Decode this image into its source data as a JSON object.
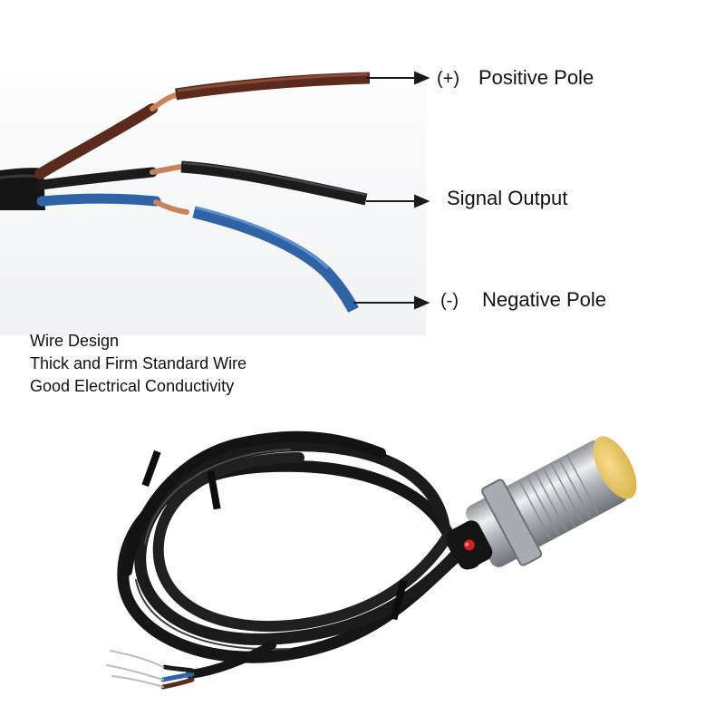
{
  "labels": {
    "positive": {
      "symbol": "(+)",
      "text": "Positive Pole"
    },
    "signal": {
      "text": "Signal Output"
    },
    "negative": {
      "symbol": "(-)",
      "text": "Negative Pole"
    }
  },
  "description": {
    "line1": "Wire Design",
    "line2": "Thick and Firm Standard Wire",
    "line3": "Good Electrical Conductivity"
  },
  "colors": {
    "brown_wire": "#5a2a1c",
    "black_wire": "#1c1c1c",
    "blue_wire": "#2f63a6",
    "copper": "#c9825a",
    "sensor_cap": "#e9c766",
    "sensor_body": "#bfc2c6",
    "indicator_led": "#d21f1f"
  }
}
